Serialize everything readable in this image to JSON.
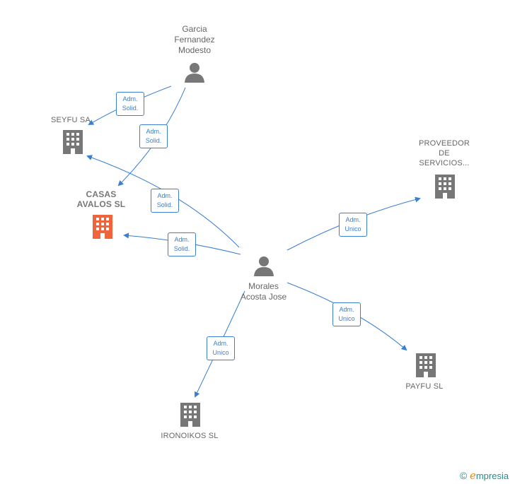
{
  "persons": {
    "garcia": {
      "name_lines": [
        "Garcia",
        "Fernandez",
        "Modesto"
      ]
    },
    "morales": {
      "name_lines": [
        "Morales",
        "Acosta Jose"
      ]
    }
  },
  "companies": {
    "seyfu": {
      "name_lines": [
        "SEYFU SA"
      ]
    },
    "casas": {
      "name_lines": [
        "CASAS",
        "AVALOS SL"
      ]
    },
    "proveedor": {
      "name_lines": [
        "PROVEEDOR",
        "DE",
        "SERVICIOS..."
      ]
    },
    "payfu": {
      "name_lines": [
        "PAYFU SL"
      ]
    },
    "ironoikos": {
      "name_lines": [
        "IRONOIKOS SL"
      ]
    }
  },
  "edges": [
    {
      "id": "garcia-seyfu",
      "lines": [
        "Adm.",
        "Solid."
      ]
    },
    {
      "id": "garcia-casas",
      "lines": [
        "Adm.",
        "Solid."
      ]
    },
    {
      "id": "morales-seyfu",
      "lines": [
        "Adm.",
        "Solid."
      ]
    },
    {
      "id": "morales-casas",
      "lines": [
        "Adm.",
        "Solid."
      ]
    },
    {
      "id": "morales-proveedor",
      "lines": [
        "Adm.",
        "Unico"
      ]
    },
    {
      "id": "morales-payfu",
      "lines": [
        "Adm.",
        "Unico"
      ]
    },
    {
      "id": "morales-ironoikos",
      "lines": [
        "Adm.",
        "Unico"
      ]
    }
  ],
  "colors": {
    "edge": "#3a7fd0",
    "company": "#777777",
    "highlight": "#f0643c",
    "person": "#777777"
  },
  "brand": {
    "copyright": "©",
    "initial": "e",
    "rest": "mpresia"
  }
}
